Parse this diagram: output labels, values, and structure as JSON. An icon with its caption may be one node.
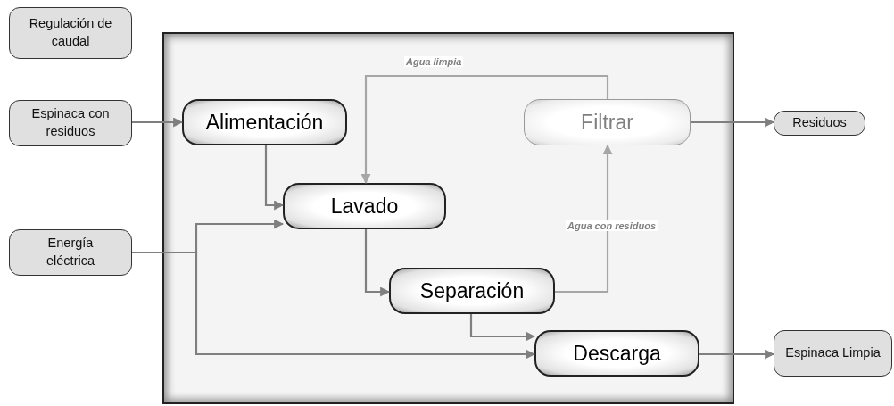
{
  "diagram": {
    "nodes": [
      {
        "text": [
          "Regulación de caudal"
        ]
      },
      {
        "text": [
          "Espinaca con residuos"
        ]
      },
      {
        "text": [
          "Energía eléctrica"
        ]
      },
      {
        "text": [],
        "shape": "box"
      },
      {
        "text": [
          "Alimentación"
        ],
        "in": 3
      },
      {
        "text": [
          "Lavado"
        ],
        "in": 3
      },
      {
        "text": [
          "Separación"
        ],
        "in": 3
      },
      {
        "text": [
          "Filtrar"
        ],
        "in": 3
      },
      {
        "text": [
          "Descarga"
        ],
        "in": 3
      },
      {
        "text": [
          "Residuos"
        ]
      },
      {
        "text": [
          "Espinaca Limpia"
        ]
      }
    ],
    "edges": [
      {
        "from": 1,
        "to": 4,
        "arrow": "to"
      },
      {
        "from": 4,
        "to": 5,
        "arrow": "to"
      },
      {
        "from": 2,
        "to": 5,
        "arrow": "to"
      },
      {
        "from": 2,
        "to": 8,
        "arrow": "to"
      },
      {
        "from": 5,
        "to": 6,
        "arrow": "to"
      },
      {
        "from": 6,
        "to": 8,
        "arrow": "to"
      },
      {
        "from": 6,
        "to": 7,
        "arrow": "to",
        "label": "Agua con residuos",
        "color": "#a6a6a6"
      },
      {
        "from": 7,
        "to": 5,
        "arrow": "to",
        "label": "Agua limpia",
        "color": "#a6a6a6"
      },
      {
        "from": 7,
        "to": 9,
        "arrow": "to"
      },
      {
        "from": 8,
        "to": 10,
        "arrow": "to"
      }
    ]
  }
}
